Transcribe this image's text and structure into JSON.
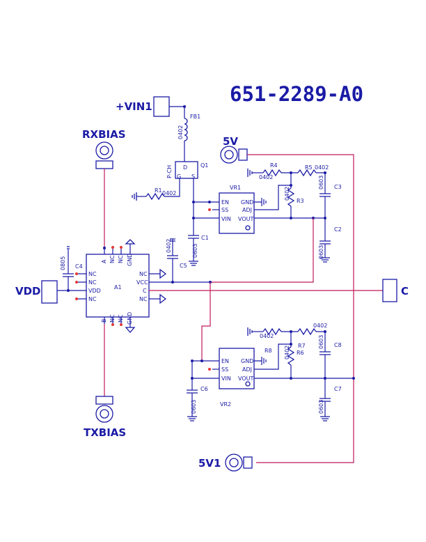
{
  "title": "651-2289-A0",
  "ports": {
    "vin1": "+VIN1",
    "rxbias": "RXBIAS",
    "txbias": "TXBIAS",
    "vdd": "VDD",
    "c": "C",
    "v5": "5V",
    "v5_1": "5V1"
  },
  "a1": {
    "ref": "A1",
    "pins_left": [
      "NC",
      "NC",
      "VDD",
      "NC"
    ],
    "pins_right": [
      "NC",
      "VCC",
      "C",
      "NC"
    ],
    "pins_top": [
      "A",
      "NC",
      "NC",
      "GND"
    ],
    "pins_bottom": [
      "B",
      "NC",
      "NC",
      "GND"
    ]
  },
  "vr1": {
    "ref": "VR1",
    "pins_left": [
      "EN",
      "SS",
      "VIN"
    ],
    "pins_right": [
      "GND",
      "ADJ",
      "VOUT"
    ]
  },
  "vr2": {
    "ref": "VR2",
    "pins_left": [
      "EN",
      "SS",
      "VIN"
    ],
    "pins_right": [
      "GND",
      "ADJ",
      "VOUT"
    ]
  },
  "q1": {
    "ref": "Q1",
    "type": "P-CH",
    "pin_d": "D",
    "pin_g": "G",
    "pin_s": "S"
  },
  "fb1": {
    "ref": "FB1",
    "size": "0402"
  },
  "r1": {
    "ref": "R1",
    "size": "0402"
  },
  "r3": {
    "ref": "R3",
    "size": "0402"
  },
  "r4": {
    "ref": "R4",
    "size": "0402"
  },
  "r5": {
    "ref": "R5",
    "size": "0402"
  },
  "r6": {
    "ref": "R6",
    "size": "0402"
  },
  "r7": {
    "ref": "R7",
    "size": "0402"
  },
  "r8": {
    "ref": "R8",
    "size": "0402"
  },
  "c1": {
    "ref": "C1",
    "size": "0603"
  },
  "c2": {
    "ref": "C2",
    "size": "0603"
  },
  "c3": {
    "ref": "C3",
    "size": "0603"
  },
  "c4": {
    "ref": "C4",
    "size": "0805"
  },
  "c5": {
    "ref": "C5",
    "size": "0402"
  },
  "c6": {
    "ref": "C6",
    "size": "0603"
  },
  "c7": {
    "ref": "C7",
    "size": "0603"
  },
  "c8": {
    "ref": "C8",
    "size": "0603"
  }
}
